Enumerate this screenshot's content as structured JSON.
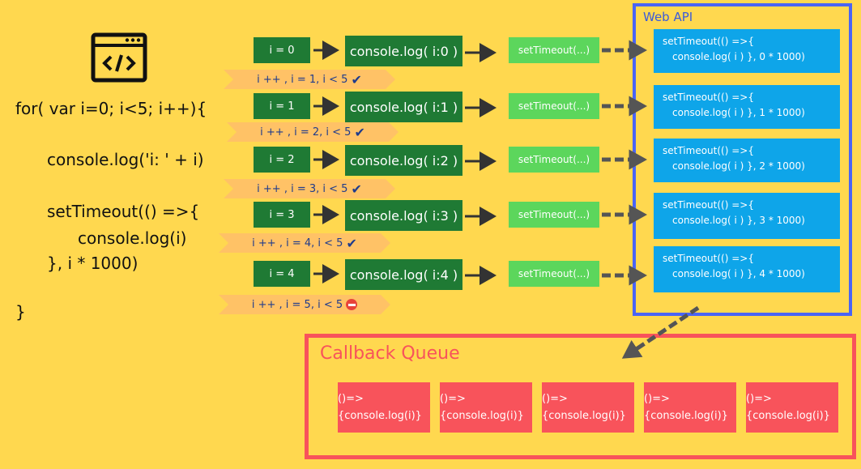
{
  "code": {
    "line1": "for( var i=0; i<5; i++){",
    "line2": "console.log('i: ' + i)",
    "line3": "setTimeout(() =>{",
    "line4": "console.log(i)",
    "line5": "}, i * 1000)",
    "line6": "}"
  },
  "rows": [
    {
      "i": "i = 0",
      "log": "console.log( i:0 )",
      "st": "setTimeout(...)",
      "ribbon": "i ++ , i = 1, i < 5",
      "ok": true,
      "api1": "setTimeout(() =>{",
      "api2": "console.log( i ) }, 0 * 1000)"
    },
    {
      "i": "i = 1",
      "log": "console.log( i:1 )",
      "st": "setTimeout(...)",
      "ribbon": "i ++ , i = 2, i < 5",
      "ok": true,
      "api1": "setTimeout(() =>{",
      "api2": "console.log( i ) }, 1 * 1000)"
    },
    {
      "i": "i = 2",
      "log": "console.log( i:2 )",
      "st": "setTimeout(...)",
      "ribbon": "i ++ , i = 3, i < 5",
      "ok": true,
      "api1": "setTimeout(() =>{",
      "api2": "console.log( i ) }, 2 * 1000)"
    },
    {
      "i": "i = 3",
      "log": "console.log( i:3 )",
      "st": "setTimeout(...)",
      "ribbon": "i ++ , i = 4, i < 5",
      "ok": true,
      "api1": "setTimeout(() =>{",
      "api2": "console.log( i ) }, 3 * 1000)"
    },
    {
      "i": "i = 4",
      "log": "console.log( i:4 )",
      "st": "setTimeout(...)",
      "ribbon": "i ++ , i = 5, i < 5",
      "ok": false,
      "api1": "setTimeout(() =>{",
      "api2": "console.log( i ) }, 4 * 1000)"
    }
  ],
  "web_api": {
    "title": "Web API"
  },
  "callback_queue": {
    "title": "Callback Queue",
    "items": [
      {
        "line1": "()=>",
        "line2": "{console.log(i)}"
      },
      {
        "line1": "()=>",
        "line2": "{console.log(i)}"
      },
      {
        "line1": "()=>",
        "line2": "{console.log(i)}"
      },
      {
        "line1": "()=>",
        "line2": "{console.log(i)}"
      },
      {
        "line1": "()=>",
        "line2": "{console.log(i)}"
      }
    ]
  },
  "colors": {
    "background": "#ffd84f",
    "dark_green": "#1f7a34",
    "light_green": "#5cd65c",
    "ribbon": "#ffc266",
    "web_api_border": "#4a64f5",
    "api_box": "#0ea5e9",
    "queue_red": "#f8535b"
  },
  "icons": {
    "code": "code-window-icon",
    "ok": "check-icon",
    "stop": "stop-icon"
  }
}
